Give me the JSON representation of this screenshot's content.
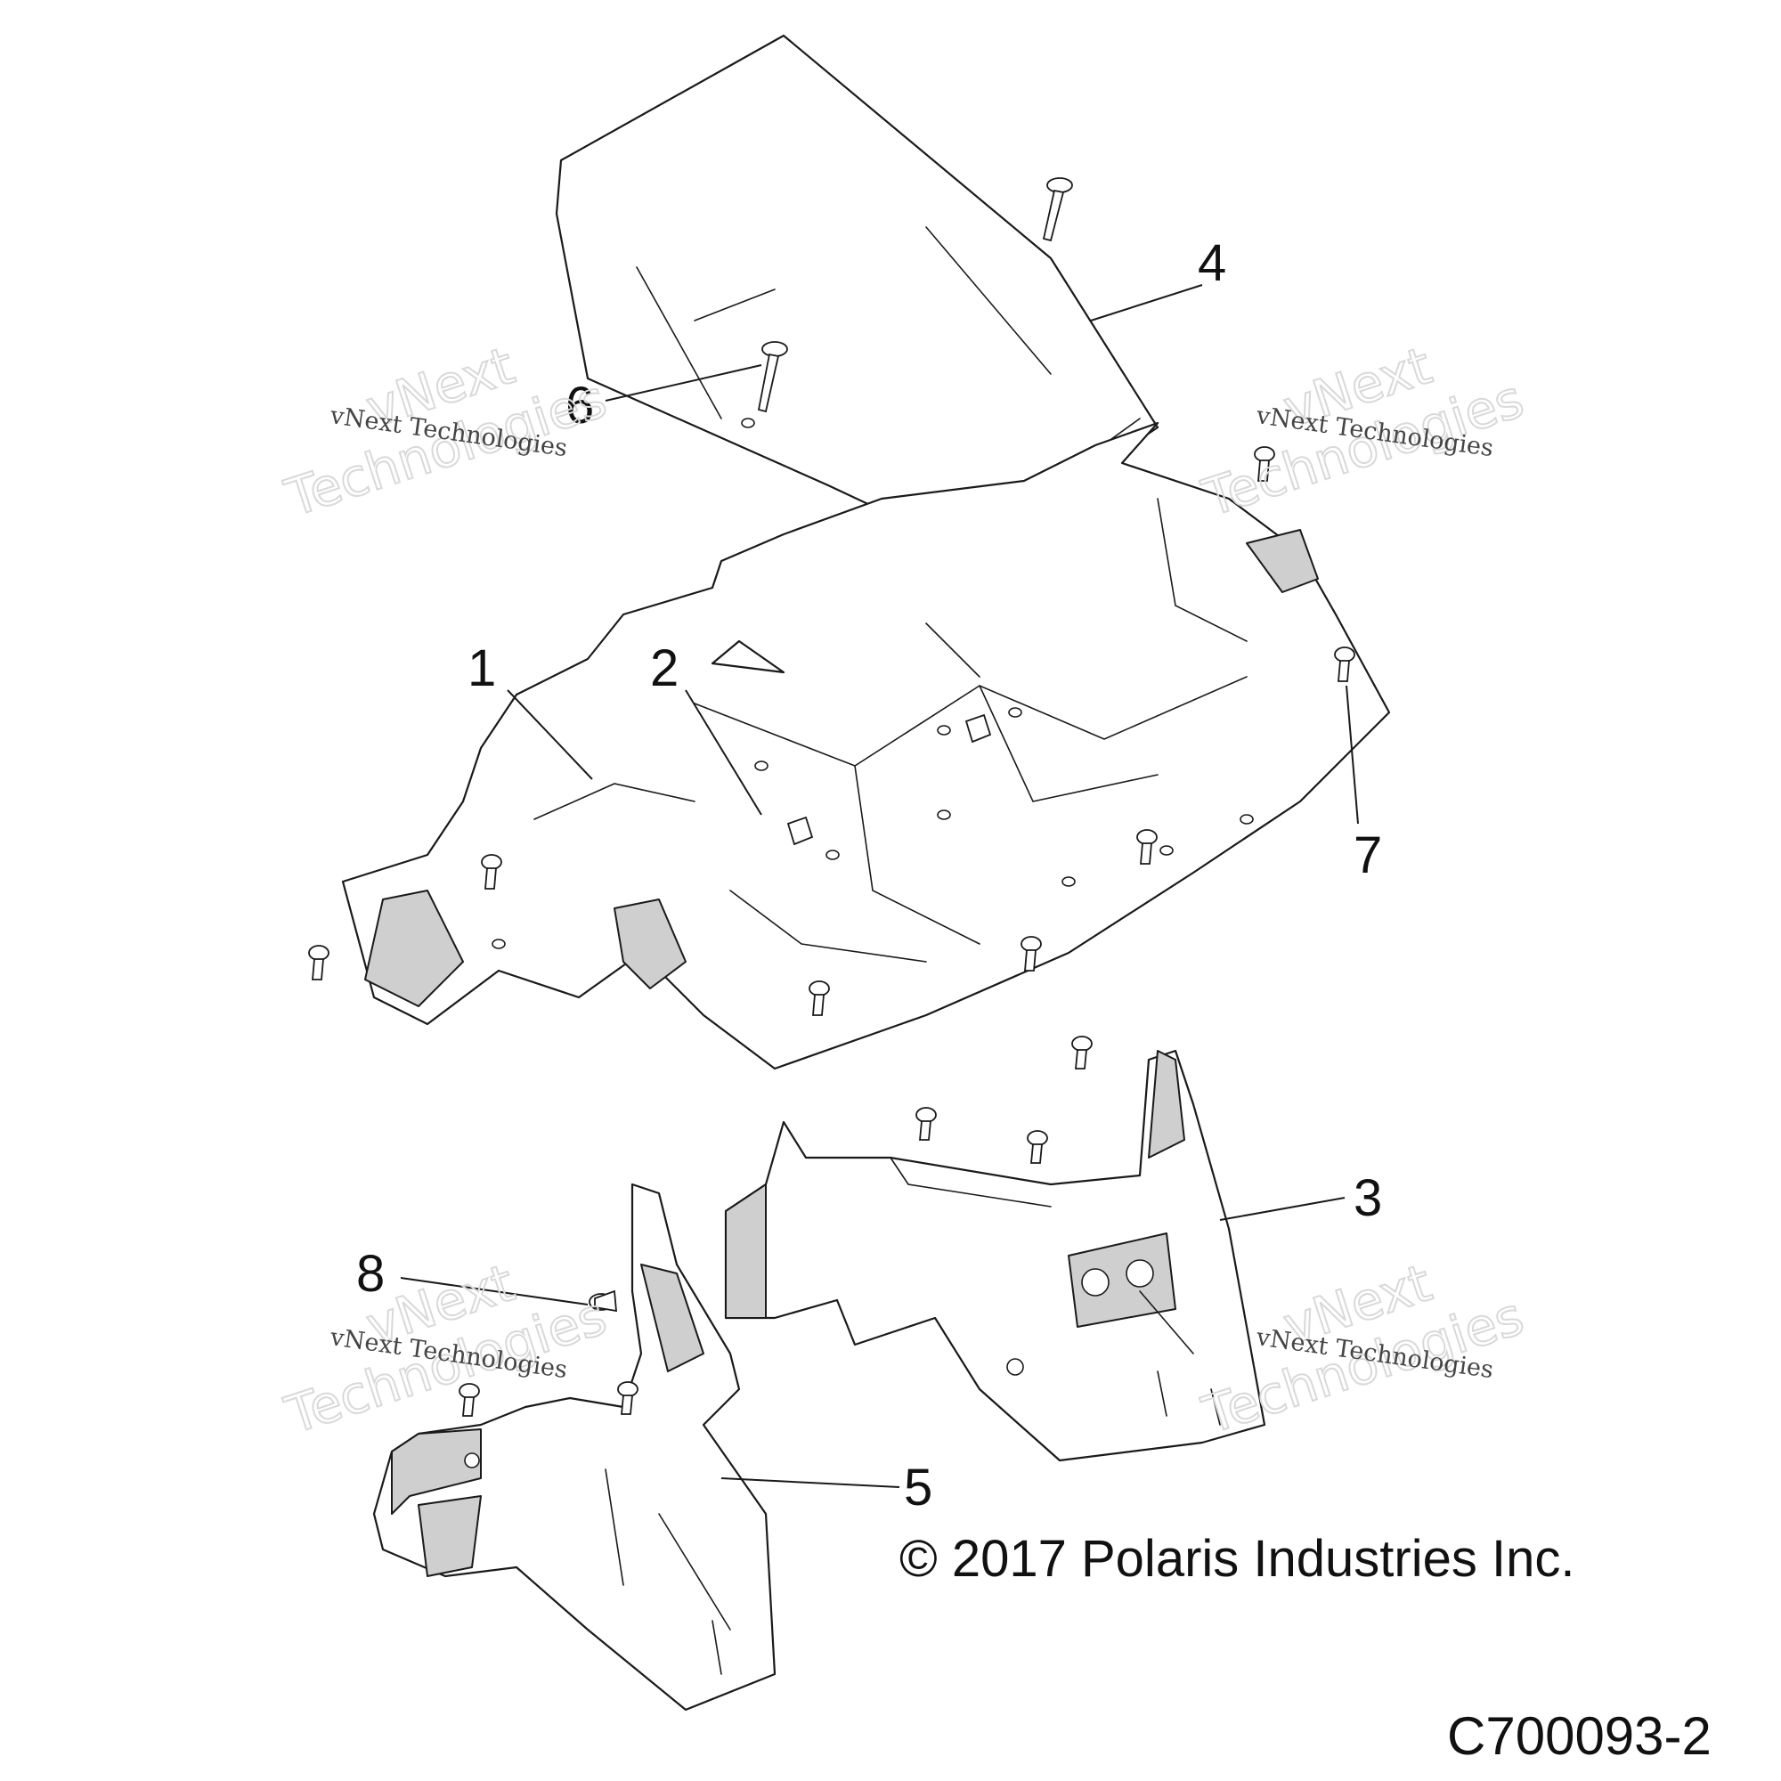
{
  "callouts": {
    "c1": "1",
    "c2": "2",
    "c3": "3",
    "c4": "4",
    "c5": "5",
    "c6": "6",
    "c7": "7",
    "c8": "8"
  },
  "watermark": {
    "line_top": "vNext",
    "line_bottom": "Technologies",
    "caption": "vNext Technologies"
  },
  "copyright": "© 2017 Polaris Industries Inc.",
  "figure_id": "C700093-2"
}
